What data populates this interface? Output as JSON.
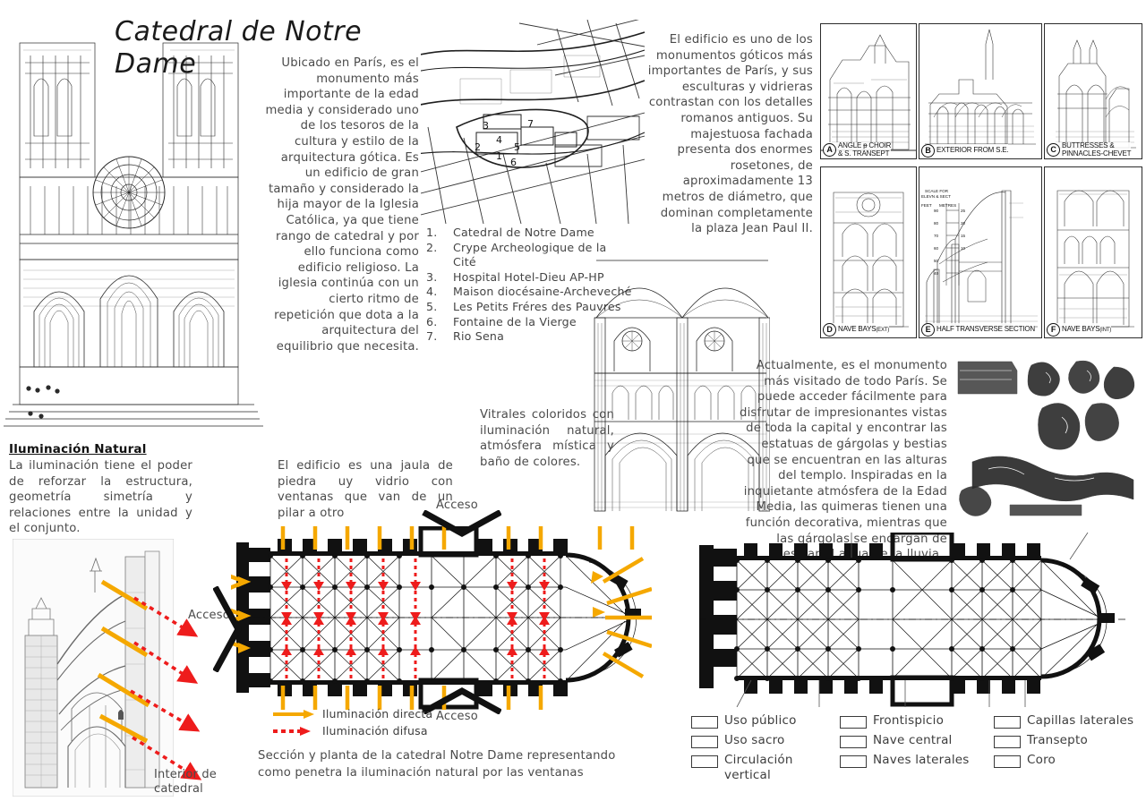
{
  "board": {
    "title": "Catedral de Notre Dame",
    "background": "#ffffff"
  },
  "colors": {
    "direct_light": "#F5A800",
    "diffuse_light": "#EE1C1C",
    "ink": "#222222",
    "text": "#4b4b4b"
  },
  "intro_text": "Ubicado en París, es el monumento más importante de la edad media y considerado uno de los tesoros de la cultura y estilo de la arquitectura gótica. Es un edificio de gran tamaño y considerado la hija mayor de la Iglesia Católica, ya que tiene rango de catedral y por ello funciona como edificio religioso. La iglesia continúa con un cierto ritmo de repetición que dota a la arquitectura del equilibrio que necesita.",
  "site_map": {
    "markers": [
      "1",
      "2",
      "3",
      "4",
      "5",
      "6",
      "7"
    ],
    "legend": [
      {
        "num": "1.",
        "label": "Catedral de Notre Dame"
      },
      {
        "num": "2.",
        "label": "Crype Archeologique de la Cité"
      },
      {
        "num": "3.",
        "label": "Hospital Hotel-Dieu AP-HP"
      },
      {
        "num": "4.",
        "label": "Maison diocésaine-Archeveché"
      },
      {
        "num": "5.",
        "label": "Les Petits Fréres des Pauvres"
      },
      {
        "num": "6.",
        "label": "Fontaine de la Vierge"
      },
      {
        "num": "7.",
        "label": "Rio Sena"
      }
    ]
  },
  "gothic_text": "El edificio es uno de los monumentos góticos más importantes de París, y sus esculturas y vidrieras contrastan con los detalles romanos antiguos. Su majestuosa fachada presenta dos enormes rosetones, de aproximadamente 13 metros de diámetro, que dominan completamente la plaza Jean Paul II.",
  "plates": [
    {
      "letter": "A",
      "line1": "ANGLE ᵽ CHOIR",
      "line2": "& S. TRANSEPT"
    },
    {
      "letter": "B",
      "line1": "EXTERIOR FROM S.E.",
      "line2": ""
    },
    {
      "letter": "C",
      "line1": "BUTTRESSES &",
      "line2": "PINNACLES-CHEVET"
    },
    {
      "letter": "D",
      "line1": "NAVE BAYS",
      "line2": "(EXT)"
    },
    {
      "letter": "E",
      "line1": "HALF TRANSVERSE SECTION",
      "line2": ""
    },
    {
      "letter": "F",
      "line1": "NAVE BAYS",
      "line2": "(INT)"
    }
  ],
  "scale_bar": {
    "title1": "SCALE FOR",
    "title2": "ELEVN & SECT",
    "unit_left": "FEET",
    "unit_right": "METRES",
    "ticks_feet": [
      "90",
      "80",
      "70",
      "60",
      "50",
      "40"
    ],
    "ticks_metres": [
      "25",
      "20",
      "15",
      "10"
    ]
  },
  "gargoyle_text": "Actualmente, es el monumento más visitado de todo París. Se puede acceder fácilmente para disfrutar de impresionantes vistas de toda la capital y encontrar las estatuas de gárgolas y bestias que se encuentran en las alturas del templo. Inspiradas en la inquietante atmósfera de la Edad Media, las quimeras tienen una función decorativa, mientras que las gárgolas se encargan de desviar el agua de la lluvia..",
  "illumination": {
    "heading": "Iluminación Natural",
    "text": "La iluminación tiene el poder de reforzar la estructura, geometría simetría y relaciones entre la unidad y el conjunto.",
    "photo_caption": "Interior de catedral"
  },
  "cage_text": "El edificio es una jaula de piedra uy vidrio con ventanas que van de un pilar a otro",
  "vitrales_text": "Vitrales coloridos con iluminación natural, atmósfera mística y baño de colores.",
  "access_labels": [
    "Acceso",
    "Acceso",
    "Acceso"
  ],
  "arrow_legend": [
    {
      "key": "direct",
      "label": "Iluminación directa"
    },
    {
      "key": "diffuse",
      "label": "Iluminación difusa"
    }
  ],
  "plan_caption": "Sección y planta de la catedral Notre Dame representando como penetra la iluminación natural por las ventanas",
  "plan_legend": {
    "col1": [
      "Uso público",
      "Uso sacro",
      "Circulación vertical"
    ],
    "col2": [
      "Frontispicio",
      "Nave central",
      "Naves laterales"
    ],
    "col3": [
      "Capillas laterales",
      "Transepto",
      "Coro"
    ]
  }
}
